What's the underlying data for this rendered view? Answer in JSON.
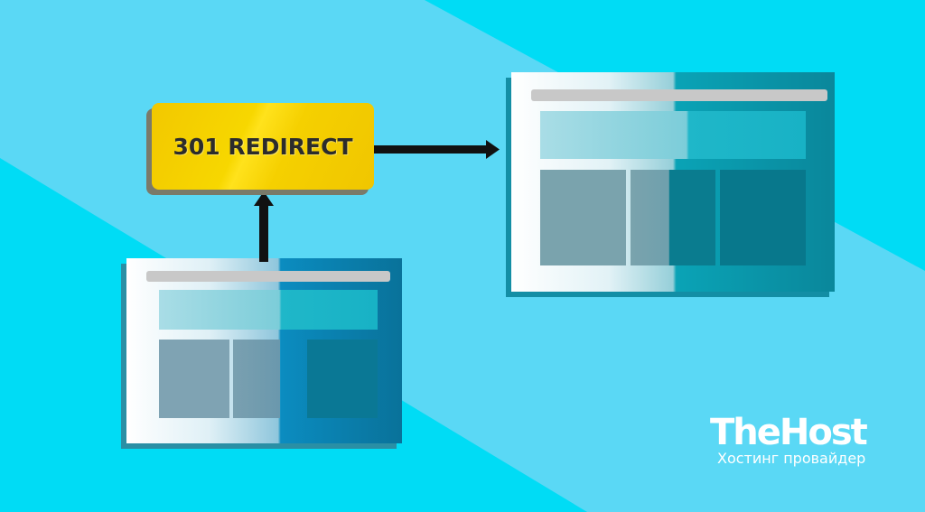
{
  "diagram": {
    "redirect_label": "301 REDIRECT",
    "arrow_color": "#111111",
    "box_color": "#f5d000"
  },
  "brand": {
    "name": "TheHost",
    "tagline": "Хостинг провайдер"
  },
  "colors": {
    "background_light": "#5ad8f5",
    "background_dark": "#00dcf5",
    "browser_teal": "#0a7f96"
  }
}
